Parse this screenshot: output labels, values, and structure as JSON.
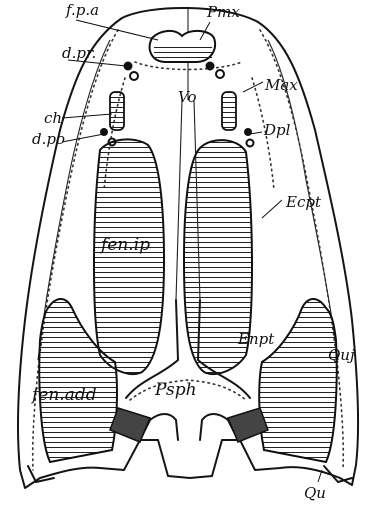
{
  "labels": {
    "fpa": "f.p.a",
    "pmx": "Pmx",
    "dpr": "d.pr.",
    "max": "Max",
    "vo": "Vo",
    "ch": "ch",
    "dpo": "d.po",
    "dpl": "Dpl",
    "ecpt": "Ecpt",
    "fenip": "fen.ip",
    "enpt": "Enpt",
    "quj": "Quj",
    "fenadd": "fen.add",
    "psph": "Psph",
    "qu": "Qu"
  }
}
